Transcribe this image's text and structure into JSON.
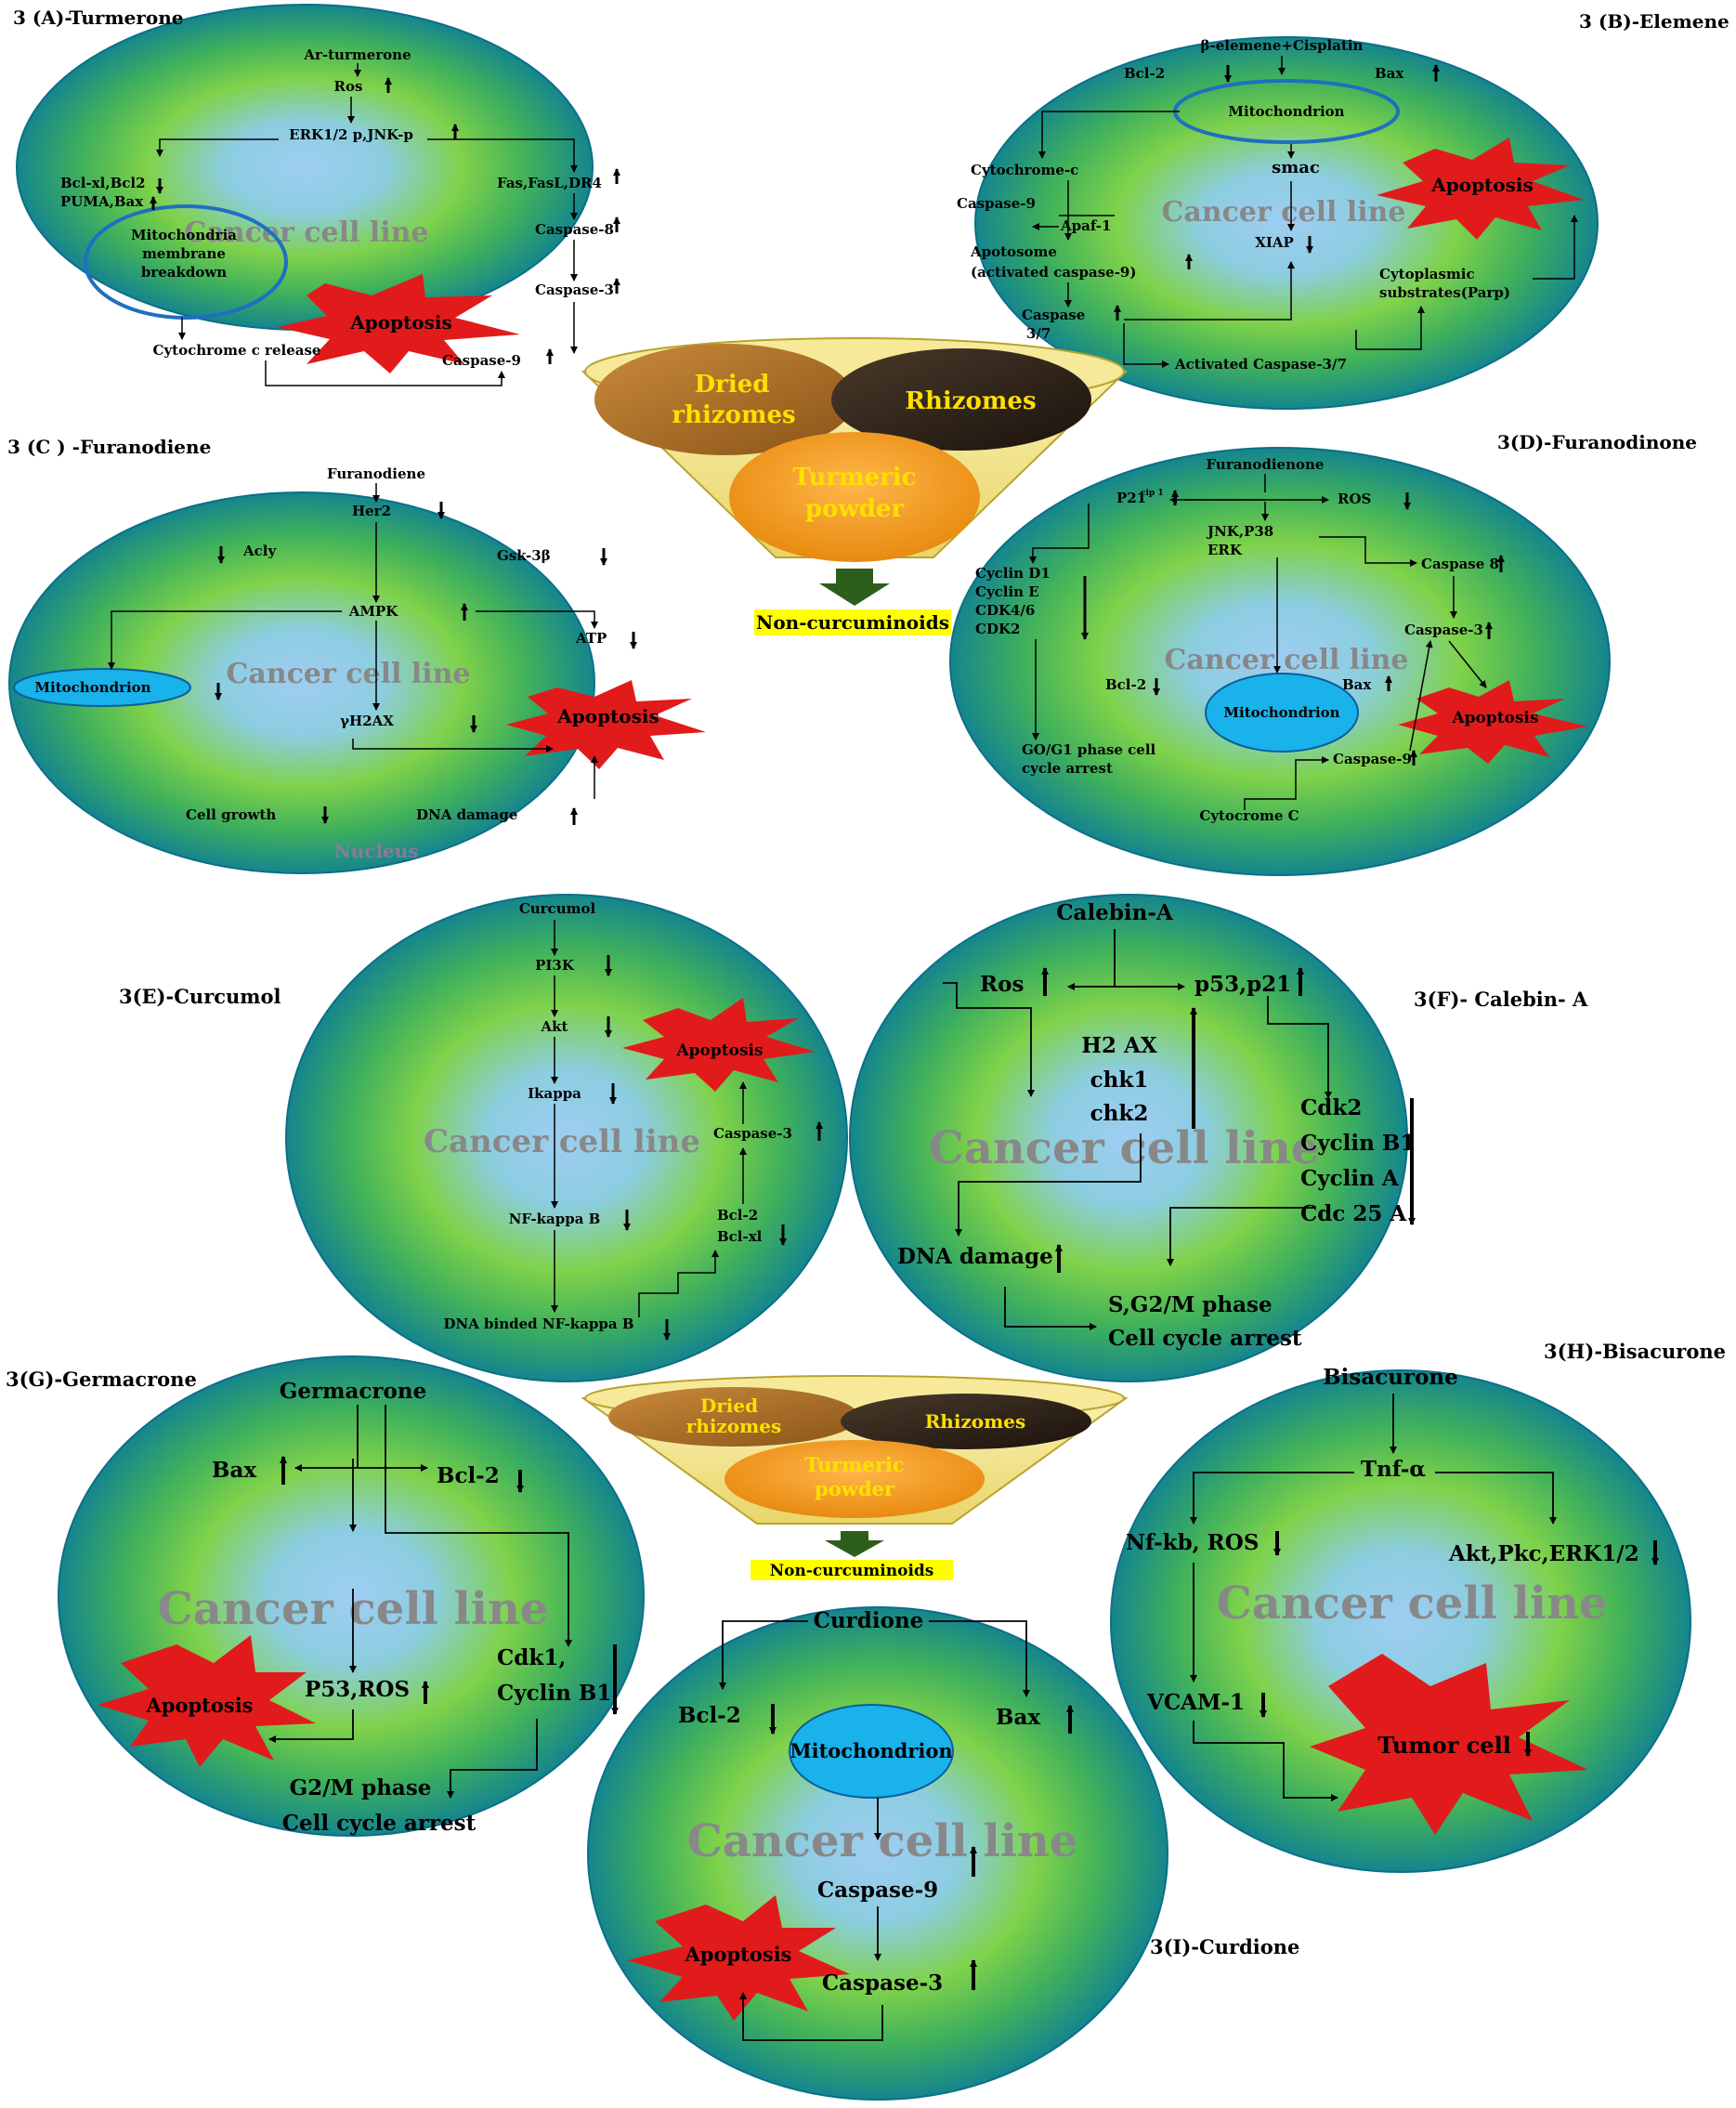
{
  "colors": {
    "cell_center": "#8ec8ee",
    "cell_mid": "#7fd24a",
    "cell_edge": "#1b8f8a",
    "cell_stroke": "#0b6f86",
    "burst": "#e11b1b",
    "mito_fill": "#19b2ea",
    "mito_ring": "#1f6fc0",
    "watermark": "#888888",
    "label_bg": "#ffff00",
    "funnel": "#f3e38a",
    "arrow_green": "#2e5e1c"
  },
  "common": {
    "cancer_cell_line": "Cancer cell line",
    "apoptosis": "Apoptosis",
    "mitochondrion": "Mitochondrion"
  },
  "funnel": {
    "dried_rhizomes": [
      "Dried",
      "rhizomes"
    ],
    "rhizomes": "Rhizomes",
    "turmeric_powder": [
      "Turmeric",
      "powder"
    ],
    "non_curcuminoids": "Non-curcuminoids"
  },
  "panels": {
    "A": {
      "title": "3 (A)-Turmerone",
      "start": "Ar-turmerone",
      "ros": "Ros",
      "erk": "ERK1/2 p,JNK-p",
      "bcl": "Bcl-xl,Bcl2",
      "puma": "PUMA,Bax",
      "fas": "Fas,FasL,DR4",
      "casp8": "Caspase-8",
      "mito": [
        "Mitochondria",
        "membrane",
        "breakdown"
      ],
      "casp3": "Caspase-3",
      "cyto": "Cytochrome c release",
      "casp9": "Caspase-9"
    },
    "B": {
      "title": "3 (B)-Elemene",
      "start": "β-elemene+Cisplatin",
      "bcl2": "Bcl-2",
      "bax": "Bax",
      "cyto": "Cytochrome-c",
      "smac": "smac",
      "casp9": "Caspase-9",
      "apaf": "Apaf-1",
      "apotosome": [
        "Apotosome",
        "(activated caspase-9)"
      ],
      "xiap": "XIAP",
      "cytoplasmic": [
        "Cytoplasmic",
        "substrates(Parp)"
      ],
      "casp37": [
        "Caspase",
        "3/7"
      ],
      "activated": "Activated Caspase-3/7"
    },
    "C": {
      "title": "3 (C ) -Furanodiene",
      "start": "Furanodiene",
      "her2": "Her2",
      "acly": "Acly",
      "gsk": "Gsk-3β",
      "ampk": "AMPK",
      "atp": "ATP",
      "h2ax": "γH2AX",
      "growth": "Cell growth",
      "dna": "DNA damage",
      "nucleus": "Nucleus"
    },
    "D": {
      "title": "3(D)-Furanodinone",
      "start": "Furanodienone",
      "p21": "P21",
      "p21_sup": "cip 1",
      "ros": "ROS",
      "jnk": [
        "JNK,P38",
        "ERK"
      ],
      "casp8": "Caspase 8",
      "cyclins": [
        "Cyclin D1",
        "Cyclin E",
        "CDK4/6",
        "CDK2"
      ],
      "casp3": "Caspase-3",
      "bcl2": "Bcl-2",
      "bax": "Bax",
      "g0": [
        "GO/G1 phase cell",
        "cycle arrest"
      ],
      "casp9": "Caspase-9",
      "cyto": "Cytocrome C"
    },
    "E": {
      "title": "3(E)-Curcumol",
      "start": "Curcumol",
      "pi3k": "PI3K",
      "akt": "Akt",
      "ikappa": "Ikappa",
      "casp3": "Caspase-3",
      "nfkb": "NF-kappa B",
      "bcl": [
        "Bcl-2",
        "Bcl-xl"
      ],
      "dna_nfkb": "DNA binded NF-kappa B"
    },
    "F": {
      "title": "3(F)- Calebin- A",
      "start": "Calebin-A",
      "ros": "Ros",
      "p53": "p53,p21",
      "h2ax": [
        "H2 AX",
        "chk1",
        "chk2"
      ],
      "cdk": [
        "Cdk2",
        "Cyclin B1",
        "Cyclin A",
        "Cdc 25 A"
      ],
      "dna": "DNA damage",
      "arrest": [
        "S,G2/M phase",
        "Cell cycle arrest"
      ]
    },
    "G": {
      "title": "3(G)-Germacrone",
      "start": "Germacrone",
      "bax": "Bax",
      "bcl2": "Bcl-2",
      "p53": "P53,ROS",
      "cdk1": [
        "Cdk1,",
        "Cyclin B1"
      ],
      "arrest": [
        "G2/M phase",
        "Cell cycle arrest"
      ]
    },
    "H": {
      "title": "3(H)-Bisacurone",
      "start": "Bisacurone",
      "tnf": "Tnf-α",
      "nfkb": "Nf-kb, ROS",
      "akt": "Akt,Pkc,ERK1/2",
      "vcam": "VCAM-1",
      "tumor": "Tumor cell"
    },
    "I": {
      "title": "3(I)-Curdione",
      "start": "Curdione",
      "bcl2": "Bcl-2",
      "bax": "Bax",
      "casp9": "Caspase-9",
      "casp3": "Caspase-3"
    }
  }
}
